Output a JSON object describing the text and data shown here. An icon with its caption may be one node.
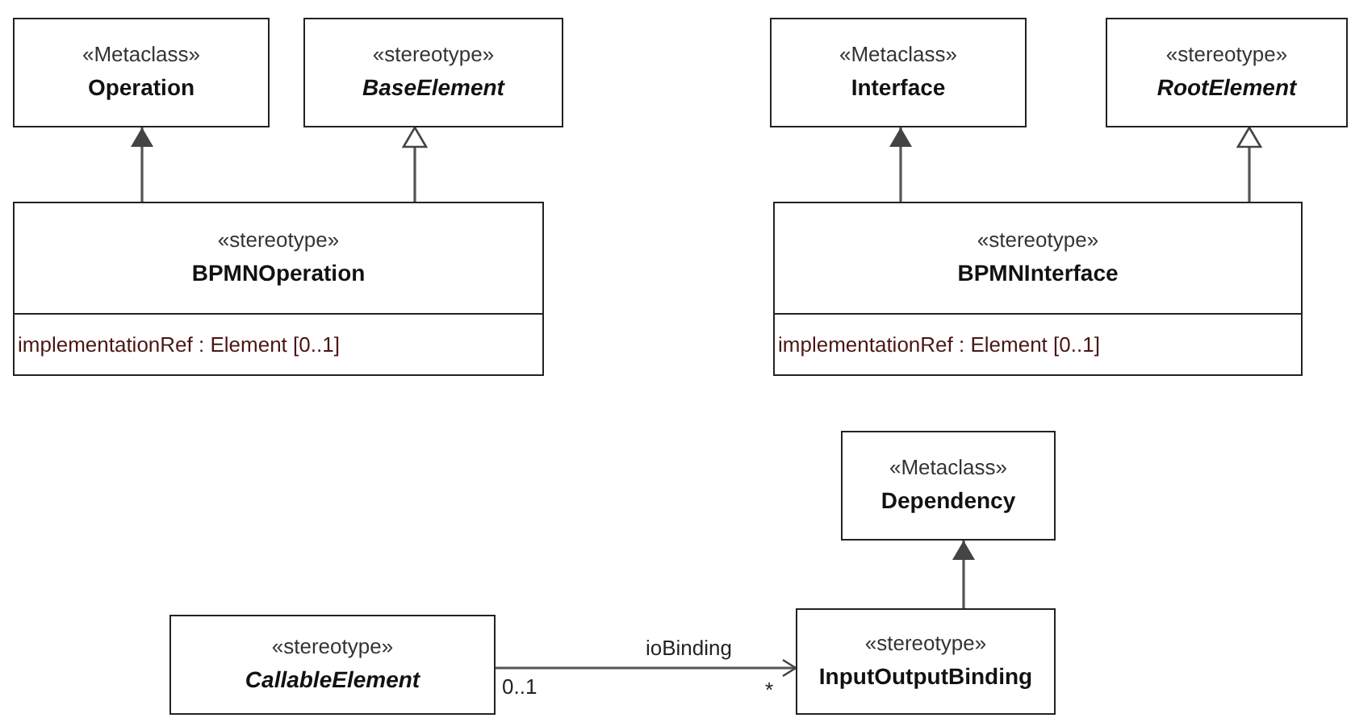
{
  "diagram": {
    "nodes": [
      {
        "text": [
          "«Metaclass»",
          "Operation"
        ]
      },
      {
        "text": [
          "«stereotype»",
          "BaseElement"
        ]
      },
      {
        "text": [
          "«stereotype»",
          "BPMNOperation",
          "implementationRef : Element [0..1]"
        ]
      },
      {
        "text": [
          "«Metaclass»",
          "Interface"
        ]
      },
      {
        "text": [
          "«stereotype»",
          "RootElement"
        ]
      },
      {
        "text": [
          "«stereotype»",
          "BPMNInterface",
          "implementationRef : Element [0..1]"
        ]
      },
      {
        "text": [
          "«Metaclass»",
          "Dependency"
        ]
      },
      {
        "text": [
          "«stereotype»",
          "CallableElement"
        ]
      },
      {
        "text": [
          "«stereotype»",
          "InputOutputBinding"
        ]
      }
    ],
    "edges": [
      {
        "from": 2,
        "to": 0,
        "arrow": "to"
      },
      {
        "from": 2,
        "to": 1,
        "arrow": "to"
      },
      {
        "from": 5,
        "to": 3,
        "arrow": "to"
      },
      {
        "from": 5,
        "to": 4,
        "arrow": "to"
      },
      {
        "from": 8,
        "to": 6,
        "arrow": "to"
      },
      {
        "from": 7,
        "to": 8,
        "arrow": "to",
        "label": "ioBinding"
      }
    ],
    "labels": [
      "0..1",
      "*"
    ]
  }
}
